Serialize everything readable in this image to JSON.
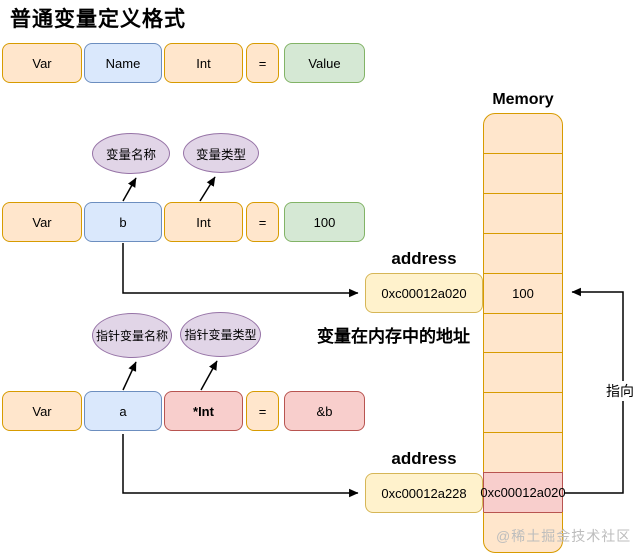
{
  "title": "普通变量定义格式",
  "rows": {
    "format": [
      "Var",
      "Name",
      "Int",
      "=",
      "Value"
    ],
    "var_b": [
      "Var",
      "b",
      "Int",
      "=",
      "100"
    ],
    "var_a": [
      "Var",
      "a",
      "*Int",
      "=",
      "&b"
    ]
  },
  "ellipses": {
    "var_name": "变量名称",
    "var_type": "变量类型",
    "ptr_name": "指针变量名称",
    "ptr_type": "指针变量类型"
  },
  "address_b": {
    "label": "address",
    "value": "0xc00012a020"
  },
  "address_a": {
    "label": "address",
    "value": "0xc00012a228"
  },
  "memory": {
    "title": "Memory",
    "cells": [
      "",
      "",
      "",
      "",
      "100",
      "",
      "",
      "",
      "",
      "0xc00012a020",
      ""
    ]
  },
  "captions": {
    "note": "变量在内存中的地址",
    "points_to": "指向",
    "watermark": "@稀土掘金技术社区"
  },
  "colors": {
    "orange_fill": "#ffe6cc",
    "orange_stroke": "#d79b00",
    "blue_fill": "#dae8fc",
    "blue_stroke": "#6c8ebf",
    "green_fill": "#d5e8d4",
    "green_stroke": "#82b366",
    "purple_fill": "#e1d5e7",
    "purple_stroke": "#9673a6",
    "pink_fill": "#f8cecc",
    "pink_stroke": "#b85450",
    "yellow_fill": "#fff2cc",
    "yellow_stroke": "#d6b656",
    "arrow": "#000000",
    "watermark_text": "#bdbdbd"
  }
}
